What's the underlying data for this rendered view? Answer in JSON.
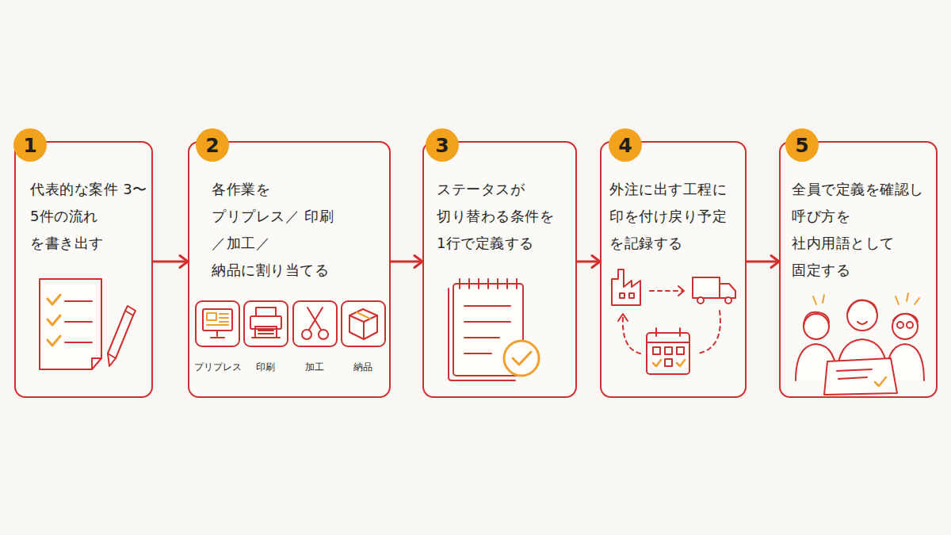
{
  "diagram": {
    "nodes": [
      {
        "text": [
          "代表的な案件 3〜5件の流れ を書き出す"
        ]
      },
      {
        "text": [
          "1"
        ],
        "in": 0
      },
      {
        "text": [
          "各作業を プリプレス／ 印刷／加工／ 納品に割り当てる"
        ]
      },
      {
        "text": [
          "2"
        ],
        "in": 2
      },
      {
        "text": [
          "ステータスが 切り替わる条件を 1行で定義する"
        ]
      },
      {
        "text": [
          "3"
        ],
        "in": 4
      },
      {
        "text": [
          "外注に出す工程に 印を付け戻り予定 を記録する"
        ]
      },
      {
        "text": [
          "4"
        ],
        "in": 6
      },
      {
        "text": [
          "全員で定義を確認し 呼び方を 社内用語として 固定する"
        ]
      },
      {
        "text": [
          "5"
        ],
        "in": 8
      }
    ],
    "edges": [
      {
        "from": 0,
        "to": 2,
        "arrow": "to"
      },
      {
        "from": 2,
        "to": 4,
        "arrow": "to"
      },
      {
        "from": 4,
        "to": 6,
        "arrow": "to"
      },
      {
        "from": 6,
        "to": 8,
        "arrow": "to"
      }
    ],
    "labels": [
      "プリプレス",
      "印刷",
      "加工",
      "納品"
    ]
  }
}
